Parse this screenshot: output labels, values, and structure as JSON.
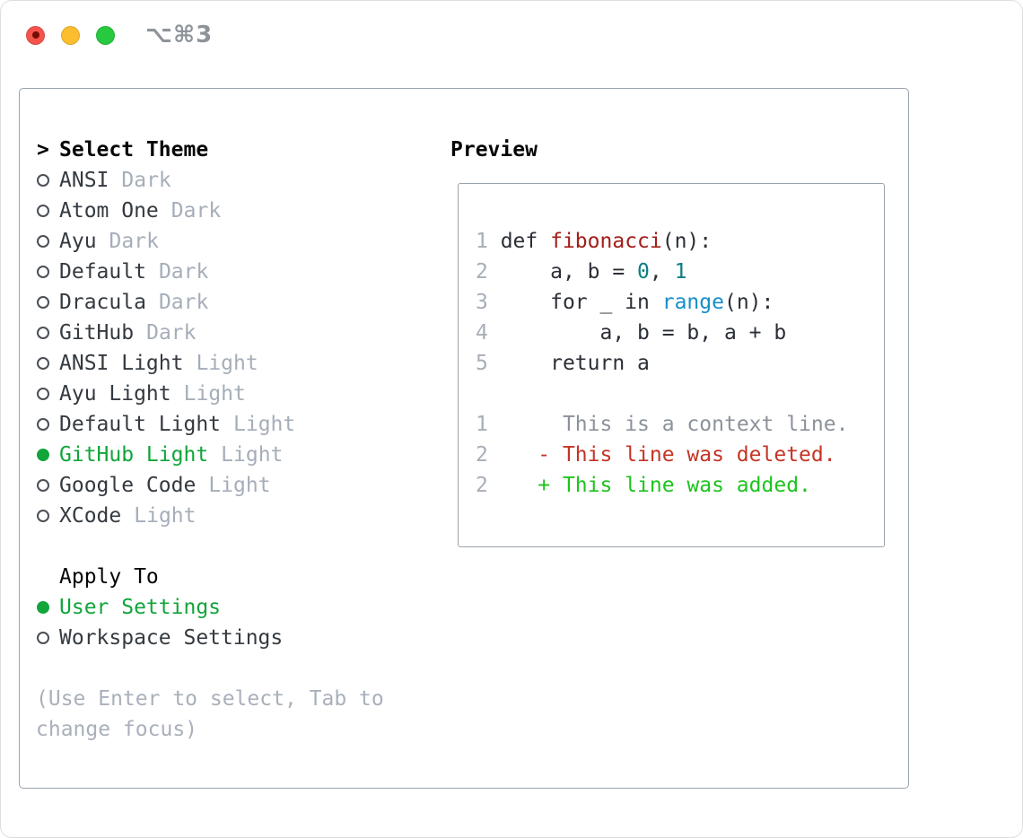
{
  "window": {
    "title": "⌥⌘3"
  },
  "theme_list": {
    "header_prefix": ">",
    "header": "Select Theme",
    "items": [
      {
        "name": "ANSI",
        "variant": "Dark",
        "selected": false
      },
      {
        "name": "Atom One",
        "variant": "Dark",
        "selected": false
      },
      {
        "name": "Ayu",
        "variant": "Dark",
        "selected": false
      },
      {
        "name": "Default",
        "variant": "Dark",
        "selected": false
      },
      {
        "name": "Dracula",
        "variant": "Dark",
        "selected": false
      },
      {
        "name": "GitHub",
        "variant": "Dark",
        "selected": false
      },
      {
        "name": "ANSI Light",
        "variant": "Light",
        "selected": false
      },
      {
        "name": "Ayu Light",
        "variant": "Light",
        "selected": false
      },
      {
        "name": "Default Light",
        "variant": "Light",
        "selected": false
      },
      {
        "name": "GitHub Light",
        "variant": "Light",
        "selected": true
      },
      {
        "name": "Google Code",
        "variant": "Light",
        "selected": false
      },
      {
        "name": "XCode",
        "variant": "Light",
        "selected": false
      }
    ]
  },
  "apply_to": {
    "header": "Apply To",
    "options": [
      {
        "name": "User Settings",
        "selected": true
      },
      {
        "name": "Workspace Settings",
        "selected": false
      }
    ]
  },
  "help_lines": [
    "(Use Enter to select, Tab to",
    "change focus)"
  ],
  "preview": {
    "header": "Preview",
    "lines": [
      [
        {
          "t": "1",
          "c": "ln"
        },
        {
          "t": " def ",
          "c": "code"
        },
        {
          "t": "fibonacci",
          "c": "func"
        },
        {
          "t": "(n):",
          "c": "code"
        }
      ],
      [
        {
          "t": "2",
          "c": "ln"
        },
        {
          "t": "     a, b = ",
          "c": "code"
        },
        {
          "t": "0",
          "c": "num"
        },
        {
          "t": ", ",
          "c": "code"
        },
        {
          "t": "1",
          "c": "num"
        }
      ],
      [
        {
          "t": "3",
          "c": "ln"
        },
        {
          "t": "     for _ in ",
          "c": "code"
        },
        {
          "t": "range",
          "c": "builtin"
        },
        {
          "t": "(n):",
          "c": "code"
        }
      ],
      [
        {
          "t": "4",
          "c": "ln"
        },
        {
          "t": "         a, b = b, a + b",
          "c": "code"
        }
      ],
      [
        {
          "t": "5",
          "c": "ln"
        },
        {
          "t": "     return a",
          "c": "code"
        }
      ],
      [
        {
          "t": "",
          "c": "code"
        }
      ],
      [
        {
          "t": "1",
          "c": "ln"
        },
        {
          "t": "      ",
          "c": "code"
        },
        {
          "t": "This is a context line.",
          "c": "ctx"
        }
      ],
      [
        {
          "t": "2",
          "c": "ln"
        },
        {
          "t": "    ",
          "c": "code"
        },
        {
          "t": "- This line was deleted.",
          "c": "del"
        }
      ],
      [
        {
          "t": "2",
          "c": "ln"
        },
        {
          "t": "    ",
          "c": "code"
        },
        {
          "t": "+ This line was added.",
          "c": "add"
        }
      ]
    ]
  },
  "colors": {
    "selected-green": "#11a53a",
    "added-green": "#1dc31e",
    "deleted-red": "#c43426",
    "context-gray": "#8b929b",
    "function-red": "#a41c18",
    "number-teal": "#0d7d82",
    "builtin-blue": "#168fc7",
    "label-dark": "#343a40",
    "variant-gray": "#a5aeb9",
    "muted-gray": "#a9b0ba",
    "border-gray": "#9aa3ad",
    "line-number-gray": "#a7aeb8",
    "code-dark": "#2b2f36",
    "titlebar-gray": "#8e939a",
    "traffic-red": "#f5544d",
    "traffic-yellow": "#fcbd2f",
    "traffic-green": "#27c93f"
  }
}
